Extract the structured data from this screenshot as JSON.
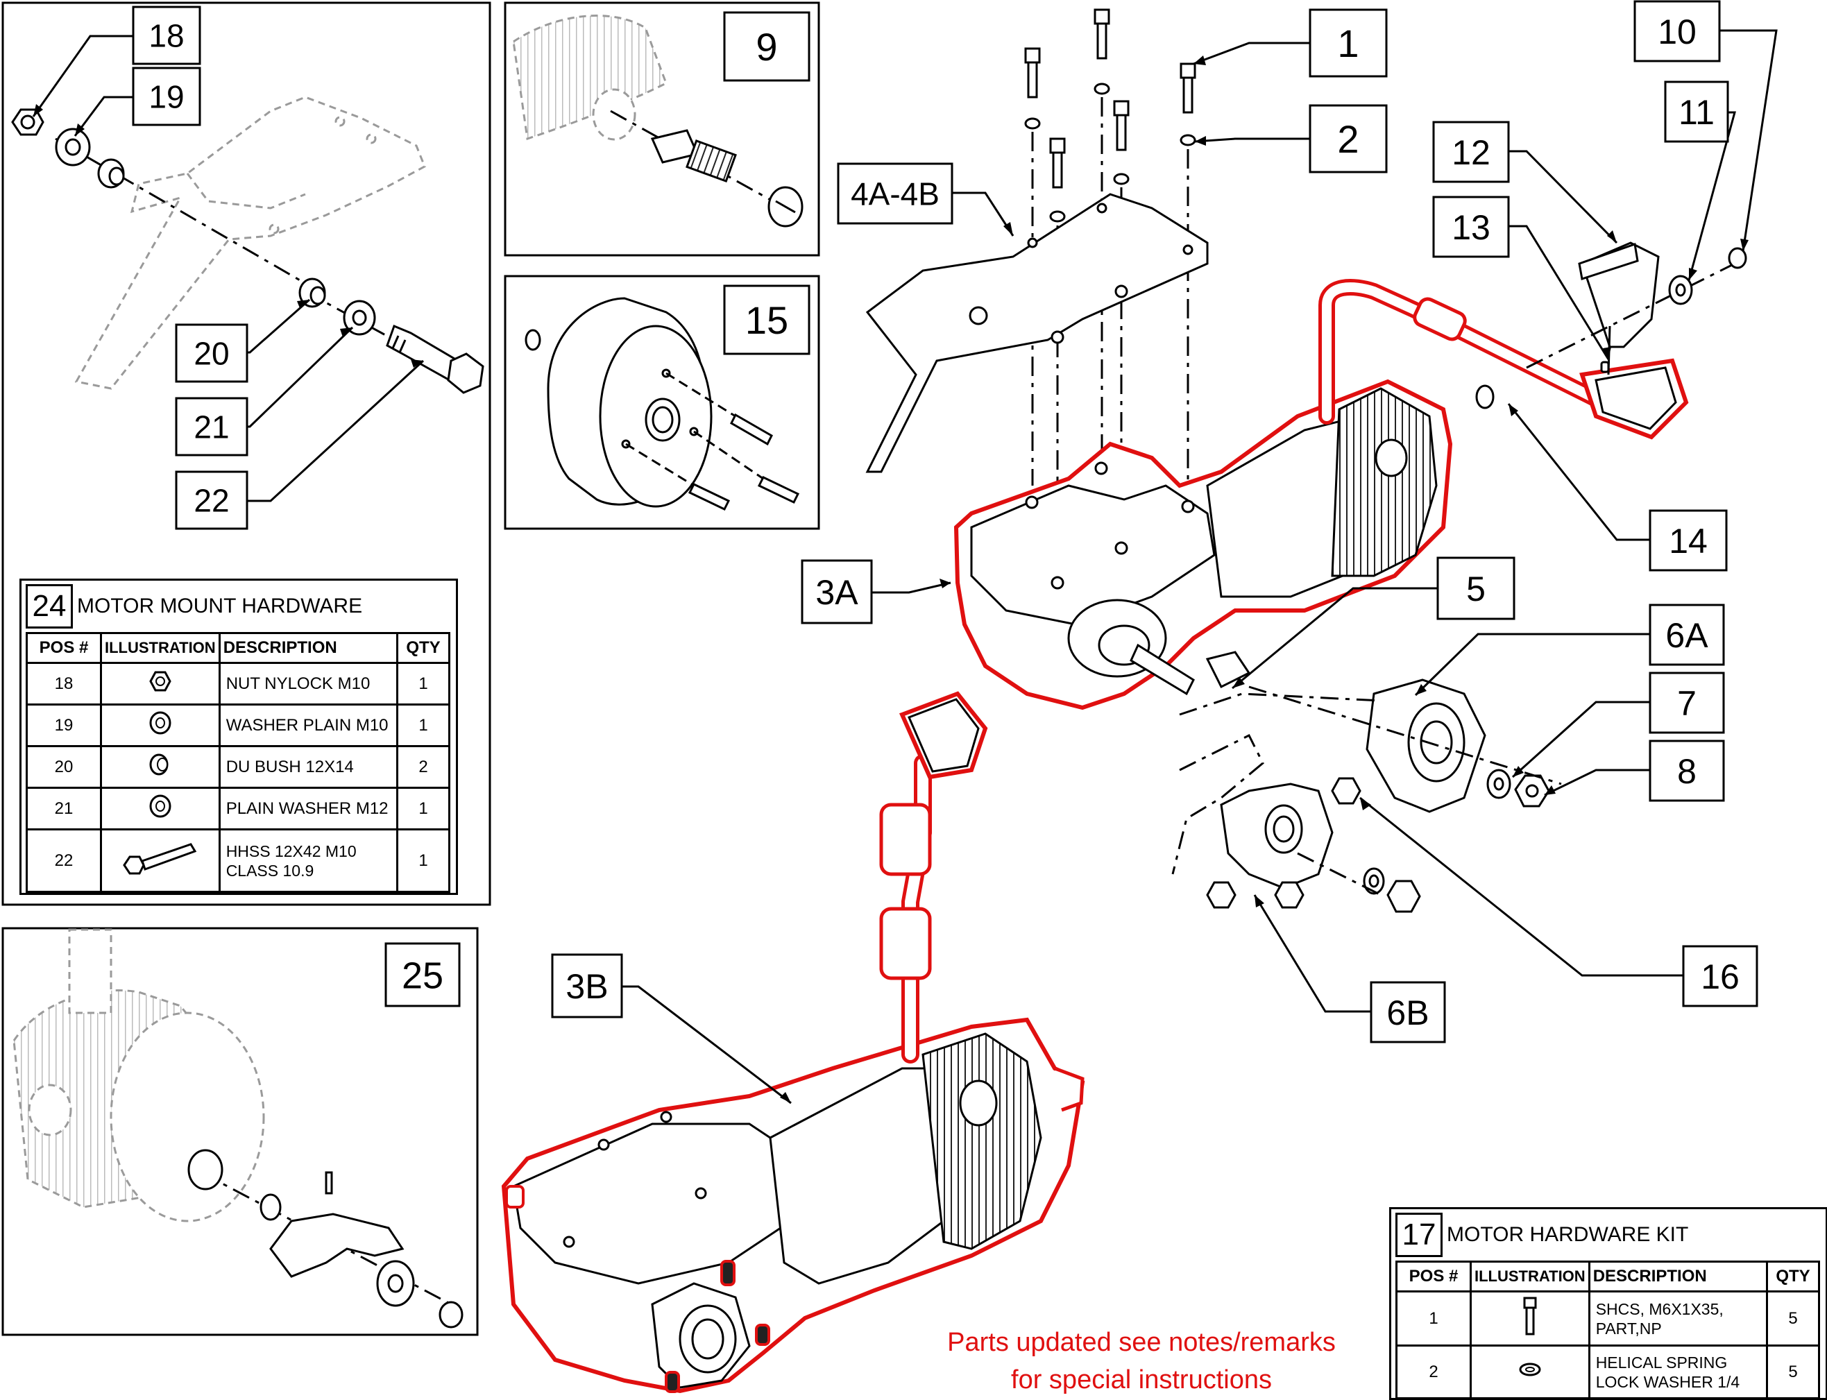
{
  "callouts": [
    "1",
    "2",
    "3A",
    "3B",
    "4A-4B",
    "5",
    "6A",
    "6B",
    "7",
    "8",
    "9",
    "10",
    "11",
    "12",
    "13",
    "14",
    "15",
    "16",
    "18",
    "19",
    "20",
    "21",
    "22",
    "25"
  ],
  "table24": {
    "number": "24",
    "title": "MOTOR MOUNT HARDWARE",
    "columns": [
      "POS #",
      "ILLUSTRATION",
      "DESCRIPTION",
      "QTY"
    ],
    "rows": [
      {
        "pos": "18",
        "icon": "nylock-nut-icon",
        "desc": "NUT NYLOCK M10",
        "qty": "1"
      },
      {
        "pos": "19",
        "icon": "flat-washer-icon",
        "desc": "WASHER PLAIN M10",
        "qty": "1"
      },
      {
        "pos": "20",
        "icon": "bush-icon",
        "desc": "DU BUSH 12X14",
        "qty": "2"
      },
      {
        "pos": "21",
        "icon": "flat-washer-icon",
        "desc": "PLAIN WASHER M12",
        "qty": "1"
      },
      {
        "pos": "22",
        "icon": "shoulder-bolt-icon",
        "desc": "HHSS 12X42 M10 CLASS 10.9",
        "qty": "1"
      }
    ]
  },
  "table17": {
    "number": "17",
    "title": "MOTOR HARDWARE KIT",
    "columns": [
      "POS #",
      "ILLUSTRATION",
      "DESCRIPTION",
      "QTY"
    ],
    "rows": [
      {
        "pos": "1",
        "icon": "cap-screw-icon",
        "desc": "SHCS, M6X1X35, PART,NP",
        "qty": "5"
      },
      {
        "pos": "2",
        "icon": "lock-washer-icon",
        "desc": "HELICAL SPRING LOCK WASHER 1/4",
        "qty": "5"
      }
    ]
  },
  "notes": {
    "line1": "Parts updated see notes/remarks",
    "line2": "for special instructions"
  },
  "colors": {
    "highlight": "#e01010",
    "line": "#000000",
    "ghost": "#9a9a9a"
  }
}
